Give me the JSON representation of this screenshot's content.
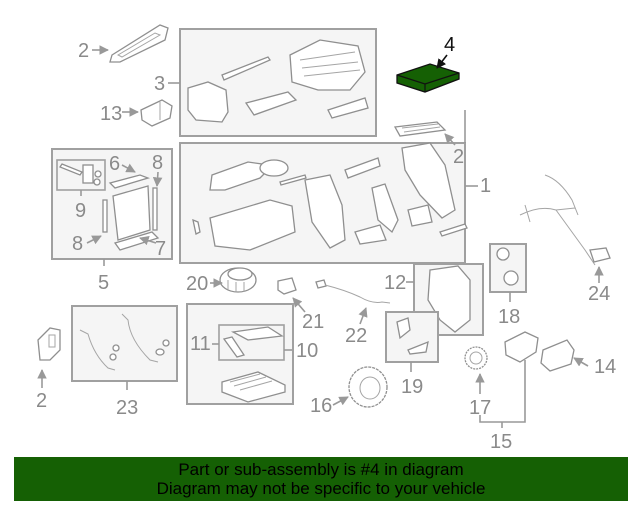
{
  "diagram": {
    "highlighted_part": "4",
    "highlight_color": "#156004",
    "callouts": {
      "c2a": "2",
      "c3": "3",
      "c13": "13",
      "c4": "4",
      "c2b": "2",
      "c1": "1",
      "c6": "6",
      "c8a": "8",
      "c9": "9",
      "c8b": "8",
      "c7": "7",
      "c5": "5",
      "c20": "20",
      "c21": "21",
      "c22": "22",
      "c12": "12",
      "c18": "18",
      "c24": "24",
      "c11": "11",
      "c10": "10",
      "c19": "19",
      "c14": "14",
      "c2c": "2",
      "c23": "23",
      "c16": "16",
      "c17": "17",
      "c15": "15"
    }
  },
  "banner": {
    "line1": "Part or sub-assembly is #4 in diagram",
    "line2": "Diagram may not be specific to your vehicle",
    "background": "#156004"
  }
}
